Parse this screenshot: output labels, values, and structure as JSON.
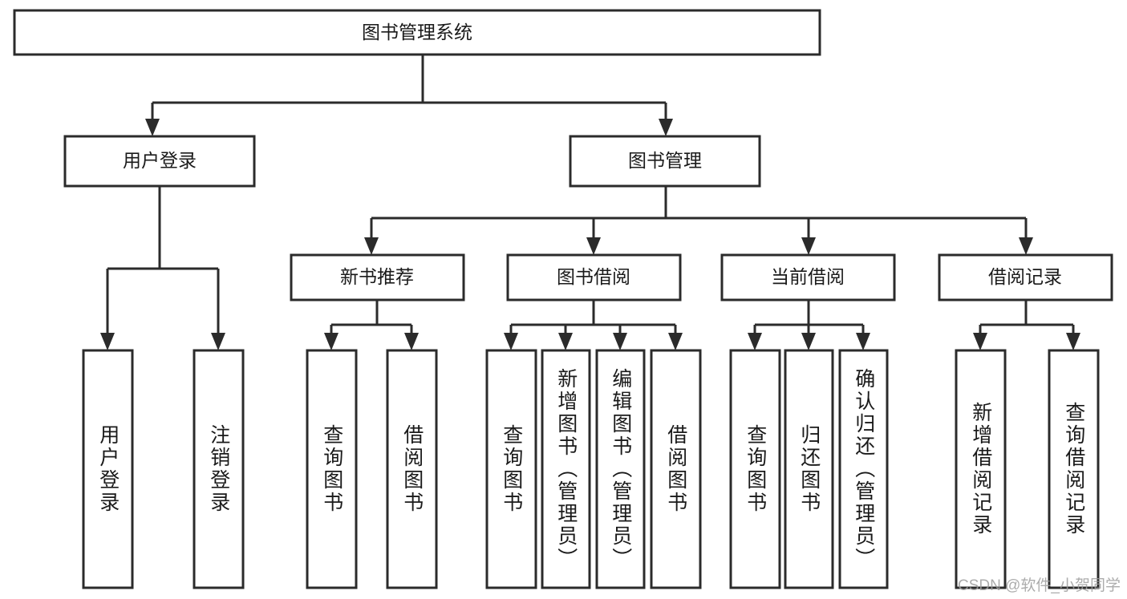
{
  "diagram": {
    "title": "图书管理系统",
    "type": "hierarchy-tree",
    "watermark": "CSDN @软件_小贺同学",
    "colors": {
      "box_stroke": "#2b2b2b",
      "box_fill": "#ffffff",
      "line": "#2b2b2b",
      "text": "#1a1a1a",
      "background": "#ffffff",
      "watermark": "#9e9e9e"
    },
    "root": {
      "label": "图书管理系统"
    },
    "level2": [
      {
        "label": "用户登录"
      },
      {
        "label": "图书管理"
      }
    ],
    "level3": [
      {
        "label": "新书推荐"
      },
      {
        "label": "图书借阅"
      },
      {
        "label": "当前借阅"
      },
      {
        "label": "借阅记录"
      }
    ],
    "leaves": {
      "user_login": [
        {
          "label": "用户登录"
        },
        {
          "label": "注销登录"
        }
      ],
      "new_book_recommend": [
        {
          "label": "查询图书"
        },
        {
          "label": "借阅图书"
        }
      ],
      "book_borrow": [
        {
          "label": "查询图书"
        },
        {
          "label": "新增图书（管理员）"
        },
        {
          "label": "编辑图书（管理员）"
        },
        {
          "label": "借阅图书"
        }
      ],
      "current_borrow": [
        {
          "label": "查询图书"
        },
        {
          "label": "归还图书"
        },
        {
          "label": "确认归还（管理员）"
        }
      ],
      "borrow_record": [
        {
          "label": "新增借阅记录"
        },
        {
          "label": "查询借阅记录"
        }
      ]
    }
  }
}
